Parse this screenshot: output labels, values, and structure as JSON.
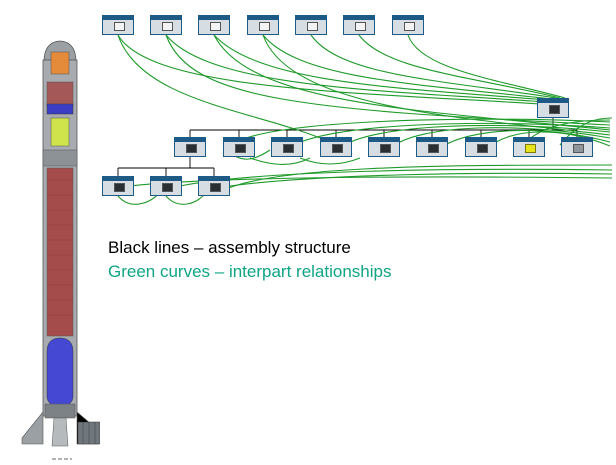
{
  "legend": {
    "black": "Black lines – assembly structure",
    "green": "Green curves – interpart relationships"
  },
  "colors": {
    "assembly_line": "#000000",
    "relationship_curve": "#1f9a2a",
    "legend_green": "#0ea585",
    "node_header": "#1e5a86",
    "node_body": "#d6dde3"
  },
  "diagram": {
    "root_node": "assembly",
    "top_row_count": 7,
    "middle_row_count": 9,
    "bottom_row_count": 3
  }
}
